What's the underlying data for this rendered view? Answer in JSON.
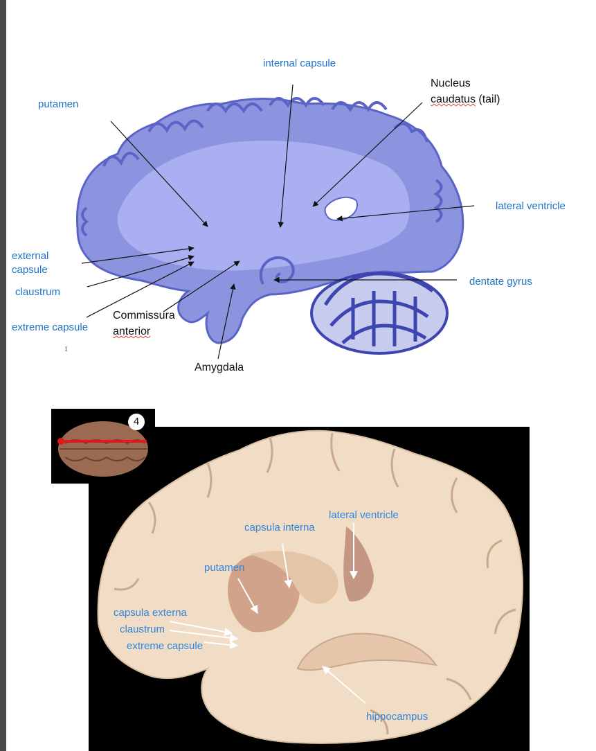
{
  "top_figure": {
    "labels": {
      "internal_capsule": "internal capsule",
      "nucleus_caudatus_1": "Nucleus",
      "nucleus_caudatus_2a": "caudatus",
      "nucleus_caudatus_2b": " (tail)",
      "putamen": "putamen",
      "lateral_ventricle": "lateral ventricle",
      "external_capsule_1": "external",
      "external_capsule_2": "capsule",
      "claustrum": "claustrum",
      "dentate_gyrus": "dentate gyrus",
      "extreme_capsule": "extreme capsule",
      "commissura_1": "Commissura",
      "commissura_2": "anterior",
      "amygdala": "Amygdala",
      "tiny_mark": "ꟷ"
    }
  },
  "bottom_figure": {
    "badge": "4",
    "labels": {
      "lateral_ventricle": "lateral ventricle",
      "capsula_interna": "capsula interna",
      "putamen": "putamen",
      "capsula_externa": "capsula externa",
      "claustrum": "claustrum",
      "extreme_capsule": "extreme capsule",
      "hippocampus": "hippocampus"
    }
  },
  "colors": {
    "label_blue": "#1f72c8",
    "stain_purple": "#8c94e0",
    "tissue_cream": "#f1dcc5"
  }
}
